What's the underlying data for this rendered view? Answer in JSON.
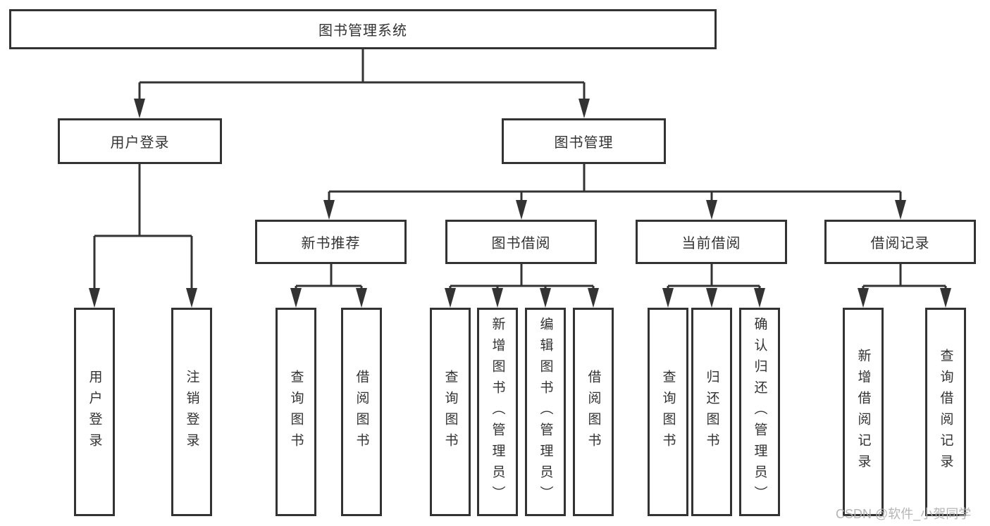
{
  "diagram": {
    "nodes": {
      "root": "图书管理系统",
      "user_login": "用户登录",
      "book_mgmt": "图书管理",
      "new_book_rec": "新书推荐",
      "book_borrow": "图书借阅",
      "current_borrow": "当前借阅",
      "borrow_records": "借阅记录",
      "leaf_user_login": "用户登录",
      "leaf_logout": "注销登录",
      "leaf_rec_query": "查询图书",
      "leaf_rec_borrow": "借阅图书",
      "leaf_bb_query": "查询图书",
      "leaf_bb_add": "新增图书（管理员）",
      "leaf_bb_edit": "编辑图书（管理员）",
      "leaf_bb_borrow": "借阅图书",
      "leaf_cb_query": "查询图书",
      "leaf_cb_return": "归还图书",
      "leaf_cb_confirm": "确认归还（管理员）",
      "leaf_br_add": "新增借阅记录",
      "leaf_br_query": "查询借阅记录"
    }
  },
  "watermark": "CSDN @软件_小贺同学",
  "colors": {
    "line": "#333333",
    "text": "#333333",
    "background": "#ffffff",
    "watermark": "#b2b2b2"
  }
}
